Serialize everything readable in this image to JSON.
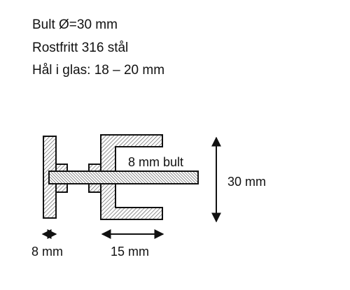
{
  "specs": {
    "bolt": "Bult Ø=30 mm",
    "material": "Rostfritt 316 stål",
    "glass_hole": "Hål i glas: 18 – 20 mm"
  },
  "diagram": {
    "bolt_label": "8 mm bult",
    "height_label": "30 mm",
    "plate_thickness_label": "8 mm",
    "bracket_depth_label": "15 mm"
  },
  "colors": {
    "line": "#111111",
    "hatch": "#444444",
    "fill": "#ffffff"
  }
}
